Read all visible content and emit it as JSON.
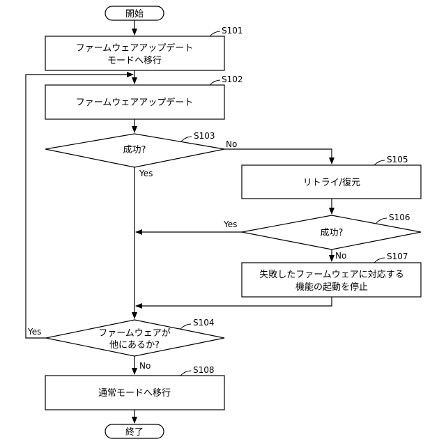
{
  "start": "開始",
  "end": "終了",
  "steps": {
    "s101": {
      "id": "S101",
      "line1": "ファームウェアアップデート",
      "line2": "モードへ移行"
    },
    "s102": {
      "id": "S102",
      "text": "ファームウェアアップデート"
    },
    "s103": {
      "id": "S103",
      "text": "成功?"
    },
    "s104": {
      "id": "S104",
      "line1": "ファームウェアが",
      "line2": "他にあるか?"
    },
    "s105": {
      "id": "S105",
      "text": "リトライ/復元"
    },
    "s106": {
      "id": "S106",
      "text": "成功?"
    },
    "s107": {
      "id": "S107",
      "line1": "失敗したファームウェアに対応する",
      "line2": "機能の起動を停止"
    },
    "s108": {
      "id": "S108",
      "text": "通常モードへ移行"
    }
  },
  "edge_labels": {
    "s103_no": "No",
    "s103_yes": "Yes",
    "s106_yes": "Yes",
    "s106_no": "No",
    "s104_yes": "Yes",
    "s104_no": "No"
  }
}
